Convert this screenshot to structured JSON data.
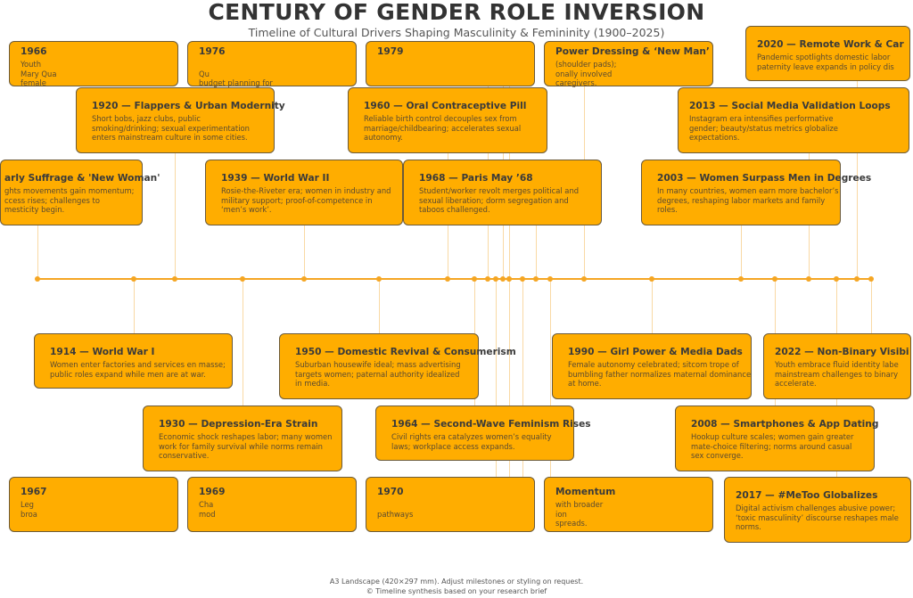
{
  "header": {
    "title": "CENTURY OF GENDER ROLE INVERSION",
    "subtitle": "Timeline of Cultural Drivers Shaping Masculinity & Femininity (1900–2025)"
  },
  "colors": {
    "card": "#ffad00",
    "axis": "#f5a623",
    "connector": "#f9d9a4"
  },
  "milestones": [
    {
      "title": "arly Suffrage & 'New Woman'",
      "desc": "ghts movements gain momentum;\nccess rises; challenges to\nmesticity begin."
    },
    {
      "title": "1914 — World War I",
      "desc": "Women enter factories and services en masse;\npublic roles expand while men are at war."
    },
    {
      "title": "1920 — Flappers & Urban Modernity",
      "desc": "Short bobs, jazz clubs, public\nsmoking/drinking; sexual experimentation\nenters mainstream culture in some cities."
    },
    {
      "title": "1930 — Depression-Era Strain",
      "desc": "Economic shock reshapes labor; many women\nwork for family survival while norms remain\nconservative."
    },
    {
      "title": "1939 — World War II",
      "desc": "Rosie-the-Riveter era; women in industry and\nmilitary support; proof-of-competence in\n‘men’s work’."
    },
    {
      "title": "1950 — Domestic Revival & Consumerism",
      "desc": "Suburban housewife ideal; mass advertising\ntargets women; paternal authority idealized\nin media."
    },
    {
      "title": "1960 — Oral Contraceptive Pill",
      "desc": "Reliable birth control decouples sex from\nmarriage/childbearing; accelerates sexual\nautonomy."
    },
    {
      "title": "1964 — Second-Wave Feminism Rises",
      "desc": "Civil rights era catalyzes women’s equality\nlaws; workplace access expands."
    },
    {
      "title": "1968 — Paris May ’68",
      "desc": "Student/worker revolt merges political and\nsexual liberation; dorm segregation and\ntaboos challenged."
    },
    {
      "title": "1966",
      "desc": "Youth\nMary Qua\nfemale"
    },
    {
      "title": "1976",
      "desc": "\nQu\nbudget planning for"
    },
    {
      "title": "1979",
      "desc": "\n\n"
    },
    {
      "title": "Power Dressing & ‘New Man’",
      "desc": "(shoulder pads);\nonally involved\ncaregivers."
    },
    {
      "title": "1967",
      "desc": "Leg\nbroa"
    },
    {
      "title": "1969",
      "desc": "Cha\nmod"
    },
    {
      "title": "1970",
      "desc": "\npathways"
    },
    {
      "title": "Momentum",
      "desc": "with broader\nion\nspreads."
    },
    {
      "title": "1990 — Girl Power & Media Dads",
      "desc": "Female autonomy celebrated; sitcom trope of\nbumbling father normalizes maternal dominance\nat home."
    },
    {
      "title": "2003 — Women Surpass Men in Degrees",
      "desc": "In many countries, women earn more bachelor’s\ndegrees, reshaping labor markets and family\nroles."
    },
    {
      "title": "2008 — Smartphones & App Dating",
      "desc": "Hookup culture scales; women gain greater\nmate-choice filtering; norms around casual\nsex converge."
    },
    {
      "title": "2013 — Social Media Validation Loops",
      "desc": "Instagram era intensifies performative\ngender; beauty/status metrics globalize\nexpectations."
    },
    {
      "title": "2017 — #MeToo Globalizes",
      "desc": "Digital activism challenges abusive power;\n‘toxic masculinity’ discourse reshapes male\nnorms."
    },
    {
      "title": "2020 — Remote Work & Car",
      "desc": "Pandemic spotlights domestic labor\npaternity leave expands in policy dis"
    },
    {
      "title": "2022 — Non-Binary Visibi",
      "desc": "Youth embrace fluid identity labe\nmainstream challenges to binary\naccelerate."
    }
  ],
  "footer": {
    "note": "A3 Landscape (420×297 mm). Adjust milestones or styling on request.",
    "credit": "© Timeline synthesis based on your research brief"
  }
}
